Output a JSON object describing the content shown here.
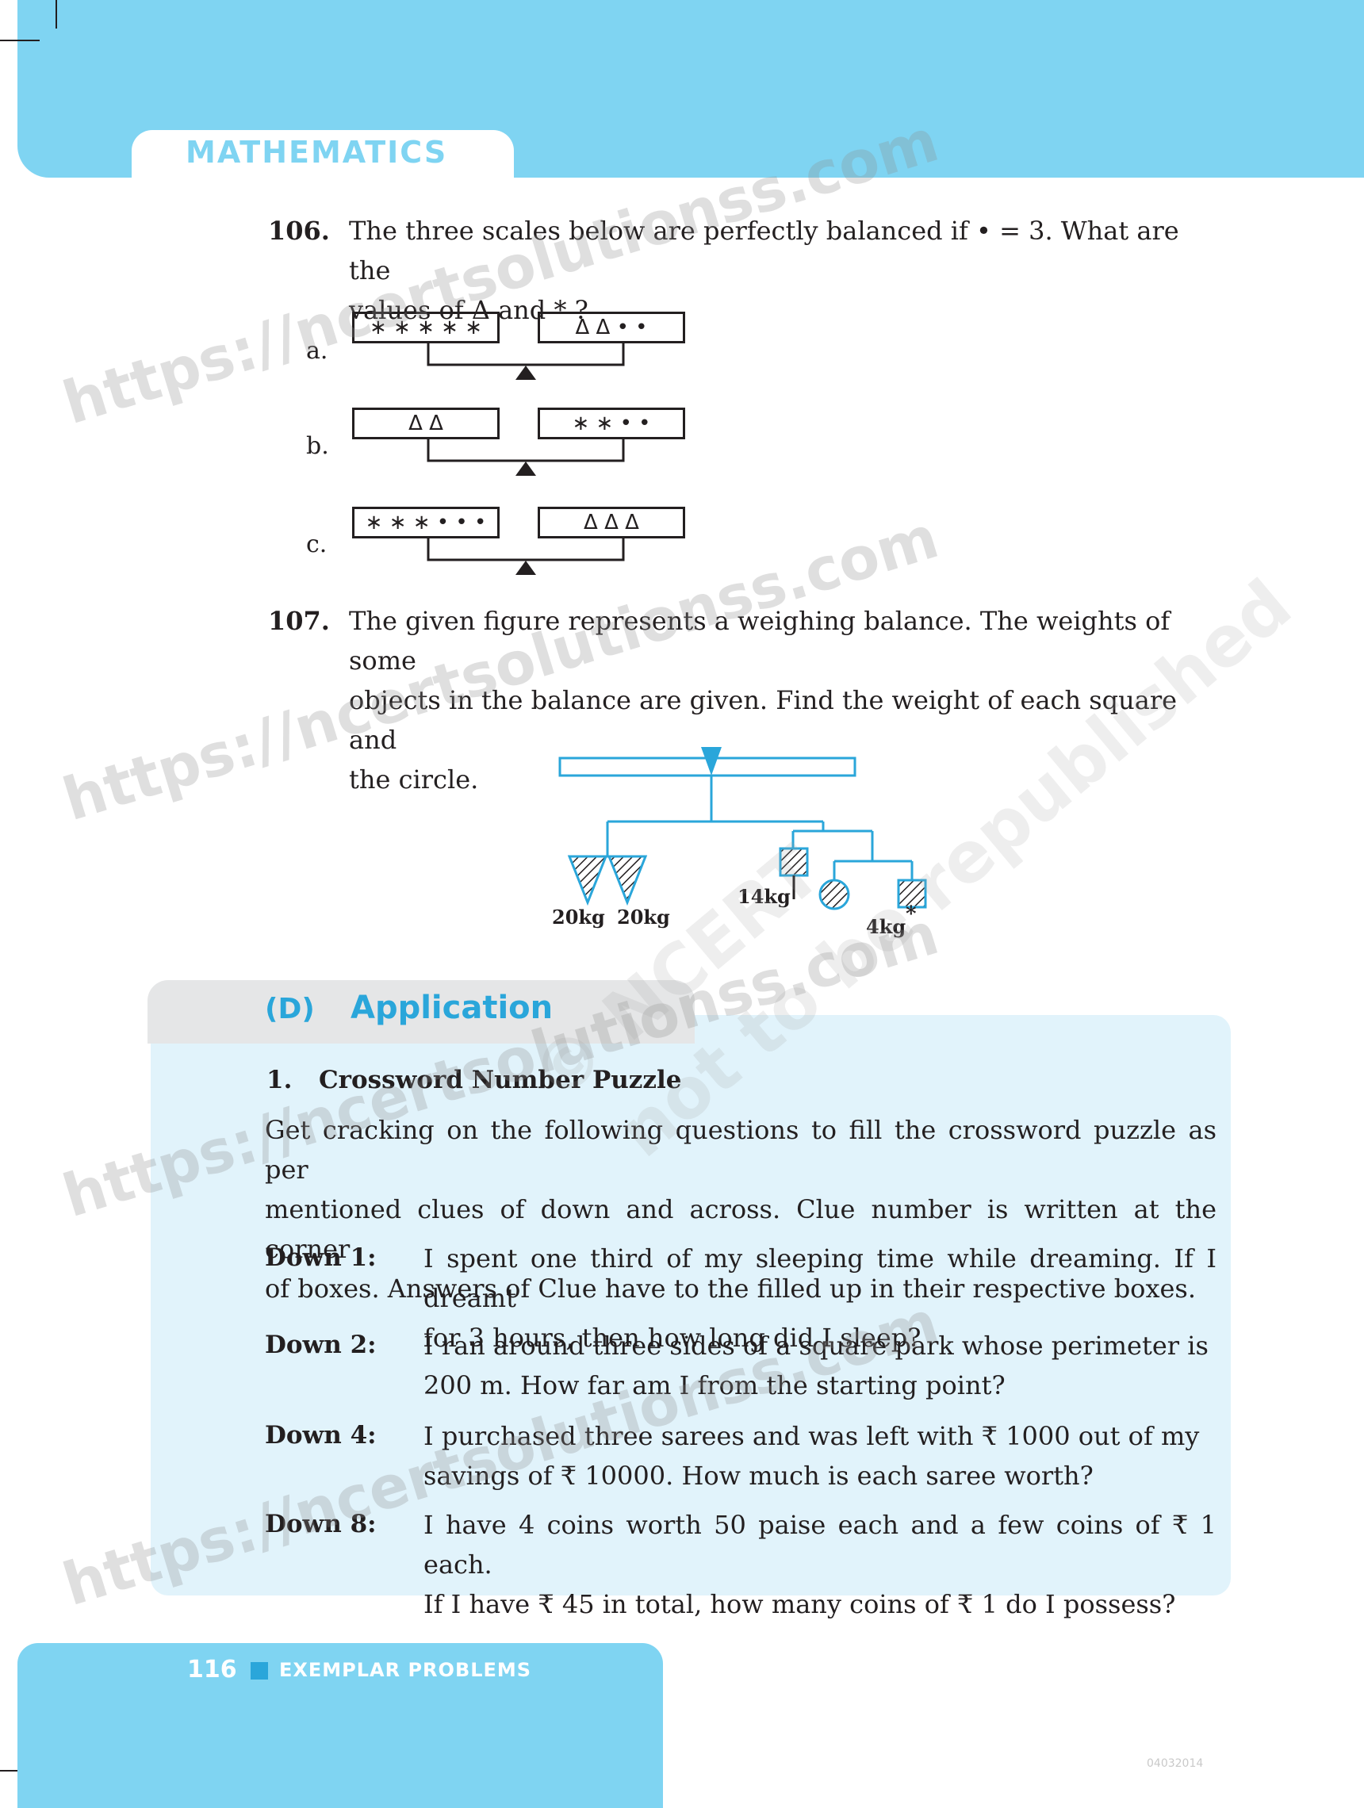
{
  "header": {
    "title": "MATHEMATICS"
  },
  "q106": {
    "number": "106.",
    "line1": "The three scales below are perfectly balanced if • = 3. What are the",
    "line2": "values of Δ and * ?",
    "options": [
      {
        "label": "a.",
        "left": "∗ ∗ ∗ ∗ ∗",
        "right": "Δ Δ • •"
      },
      {
        "label": "b.",
        "left": "Δ Δ",
        "right": "∗ ∗ • •"
      },
      {
        "label": "c.",
        "left": "∗ ∗ ∗ • • •",
        "right": "Δ Δ Δ"
      }
    ]
  },
  "q107": {
    "number": "107.",
    "lines": [
      "The given figure represents a weighing balance. The weights of some",
      "objects in the balance are given. Find the weight of each square and",
      "the circle."
    ],
    "figure": {
      "w1": "20kg",
      "w2": "20kg",
      "w3": "14kg",
      "w4": "4kg",
      "star": "*",
      "colors": {
        "line": "#2aa6da",
        "fill": "#7fd4f2"
      }
    }
  },
  "section": {
    "code": "(D)",
    "title": "Application",
    "puzzle_num": "1.",
    "puzzle_title": "Crossword Number Puzzle",
    "intro": [
      "Get cracking on the following questions to fill the crossword puzzle as per",
      "mentioned clues of down and across. Clue number is written at the corner",
      "of boxes. Answers of Clue have to the filled up in their respective boxes."
    ],
    "clues": [
      {
        "label": "Down 1:",
        "lines": [
          "I spent one third of my sleeping time while dreaming. If I dreamt",
          "for 3 hours, then how long did I sleep?"
        ]
      },
      {
        "label": "Down 2:",
        "lines": [
          "I ran around three sides of a square park whose perimeter is",
          "200 m. How far am I from the starting point?"
        ]
      },
      {
        "label": "Down 4:",
        "lines": [
          "I purchased three sarees and was left with ₹ 1000 out of my",
          "savings of ₹ 10000. How much is each saree worth?"
        ]
      },
      {
        "label": "Down 8:",
        "lines": [
          "I have 4 coins worth 50 paise each and a few coins of ₹ 1 each.",
          "If I have ₹ 45 in total, how many coins of ₹ 1 do I possess?"
        ]
      }
    ]
  },
  "footer": {
    "page": "116",
    "title": "EXEMPLAR PROBLEMS",
    "code": "04032014"
  },
  "watermark": {
    "url": "https://ncertsolutionss.com",
    "ncert": "© NCERT",
    "notrep": "not to be republished"
  },
  "colors": {
    "accent_light": "#7fd4f2",
    "accent": "#2aa6da",
    "panel": "#e1f3fb"
  }
}
